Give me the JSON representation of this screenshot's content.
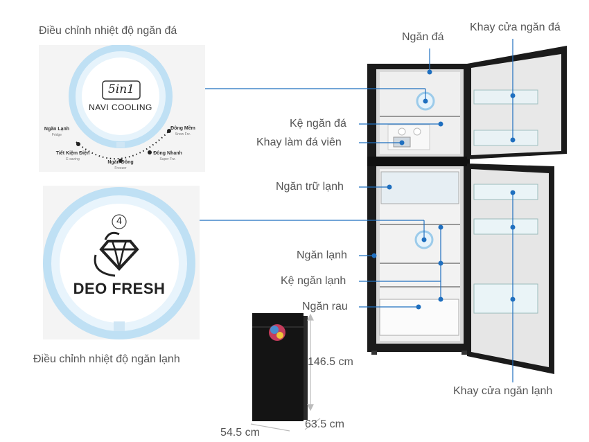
{
  "colors": {
    "accent_line": "#1f6fbf",
    "fridge_body": "#1b1b1b",
    "ring_blue": "#a8d4f0"
  },
  "captions": {
    "top": "Điều chỉnh nhiệt độ ngăn đá",
    "bottom": "Điều chỉnh nhiệt độ ngăn lạnh"
  },
  "dial1": {
    "logo": "5in1",
    "brand": "NAVI COOLING",
    "modes": [
      {
        "name": "Ngăn Lạnh",
        "sub": "Fridge"
      },
      {
        "name": "Tiết Kiệm Điện",
        "sub": "E-saving"
      },
      {
        "name": "Ngăn Đông",
        "sub": "Freezer"
      },
      {
        "name": "Đông Nhanh",
        "sub": "Super Frz."
      },
      {
        "name": "Đông Mềm",
        "sub": "Snow Frz."
      }
    ]
  },
  "dial2": {
    "number": "4",
    "brand": "DEO FRESH",
    "icon": "diamond-icon"
  },
  "labels": {
    "ngan_da": "Ngăn đá",
    "khay_cua_ngan_da": "Khay cửa ngăn đá",
    "ke_ngan_da": "Kệ ngăn đá",
    "khay_lam_da": "Khay làm đá viên",
    "ngan_tru_lanh": "Ngăn trữ lạnh",
    "ngan_lanh": "Ngăn lạnh",
    "ke_ngan_lanh": "Kệ ngăn lạnh",
    "ngan_rau": "Ngăn rau",
    "khay_cua_ngan_lanh": "Khay cửa ngăn lạnh"
  },
  "dimensions": {
    "height": "146.5 cm",
    "depth": "63.5 cm",
    "width": "54.5 cm"
  }
}
